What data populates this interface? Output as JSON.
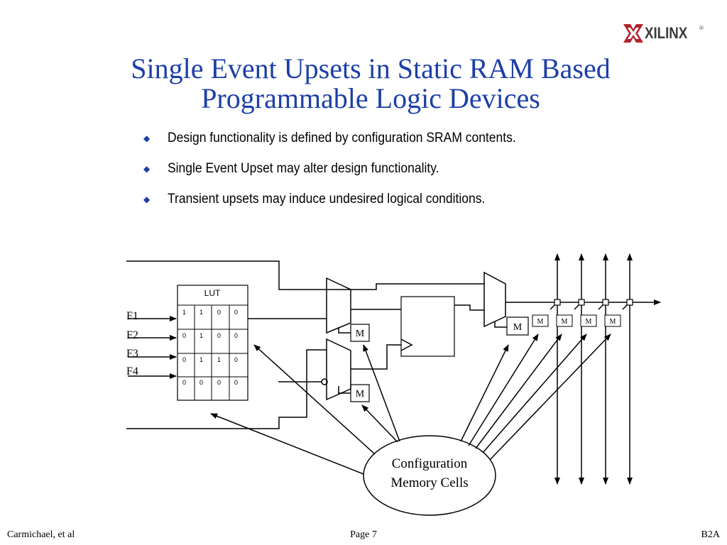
{
  "logo": {
    "brand": "XILINX",
    "reg": "®"
  },
  "title": {
    "line1": "Single Event Upsets in Static RAM Based",
    "line2": "Programmable Logic Devices"
  },
  "bullets": [
    "Design functionality is defined by configuration SRAM contents.",
    "Single Event Upset may alter design functionality.",
    "Transient upsets may induce undesired logical conditions."
  ],
  "diagram": {
    "inputs": [
      "F1",
      "F2",
      "F3",
      "F4"
    ],
    "lut": {
      "label": "LUT",
      "rows": [
        [
          "1",
          "1",
          "0",
          "0"
        ],
        [
          "0",
          "1",
          "0",
          "0"
        ],
        [
          "0",
          "1",
          "1",
          "0"
        ],
        [
          "0",
          "0",
          "0",
          "0"
        ]
      ]
    },
    "memory_label": "M",
    "ellipse_line1": "Configuration",
    "ellipse_line2": "Memory Cells"
  },
  "footer": {
    "left": "Carmichael, et al",
    "center": "Page 7",
    "right": "B2A"
  },
  "colors": {
    "title": "#1c3fa8",
    "bullet": "#1c3fa8",
    "logo_red": "#b3222c"
  }
}
